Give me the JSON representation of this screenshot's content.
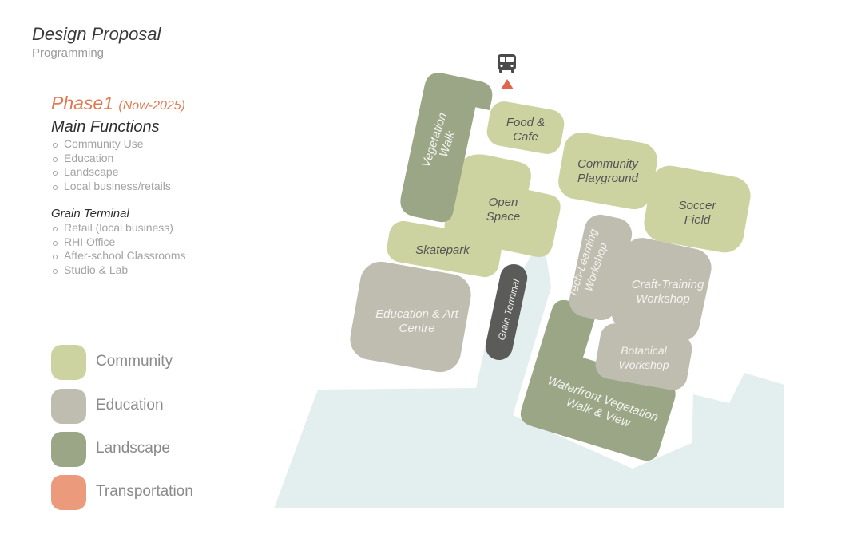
{
  "header": {
    "title": "Design Proposal",
    "subtitle": "Programming"
  },
  "phase": {
    "name": "Phase1",
    "range": "(Now-2025)"
  },
  "main_functions": {
    "heading": "Main Functions",
    "items": [
      "Community Use",
      "Education",
      "Landscape",
      "Local business/retails"
    ]
  },
  "grain_terminal_program": {
    "heading": "Grain Terminal",
    "items": [
      "Retail (local business)",
      "RHI Office",
      "After-school Classrooms",
      "Studio & Lab"
    ]
  },
  "legend": [
    {
      "label": "Community",
      "color": "#cdd3a0"
    },
    {
      "label": "Education",
      "color": "#bfbcb0"
    },
    {
      "label": "Landscape",
      "color": "#9aa686"
    },
    {
      "label": "Transportation",
      "color": "#eb9b7c"
    }
  ],
  "map": {
    "water_color": "#e3efee",
    "blocks": {
      "vegetation_walk": {
        "line1": "Vegetation",
        "line2": "Walk"
      },
      "food_cafe": {
        "line1": "Food &",
        "line2": "Cafe"
      },
      "community_playground": {
        "line1": "Community",
        "line2": "Playground"
      },
      "soccer_field": {
        "line1": "Soccer",
        "line2": "Field"
      },
      "open_space": {
        "line1": "Open",
        "line2": "Space"
      },
      "skatepark": {
        "line1": "Skatepark"
      },
      "tech_learning": {
        "line1": "Tech-Learning",
        "line2": "Workshop"
      },
      "craft_training": {
        "line1": "Craft-Training",
        "line2": "Workshop"
      },
      "education_art": {
        "line1": "Education & Art",
        "line2": "Centre"
      },
      "grain_terminal": {
        "line1": "Grain Terminal"
      },
      "botanical": {
        "line1": "Botanical",
        "line2": "Workshop"
      },
      "waterfront": {
        "line1": "Waterfront Vegetation",
        "line2": "Walk & View"
      }
    },
    "icons": [
      "bus-icon",
      "triangle-up-icon"
    ]
  }
}
